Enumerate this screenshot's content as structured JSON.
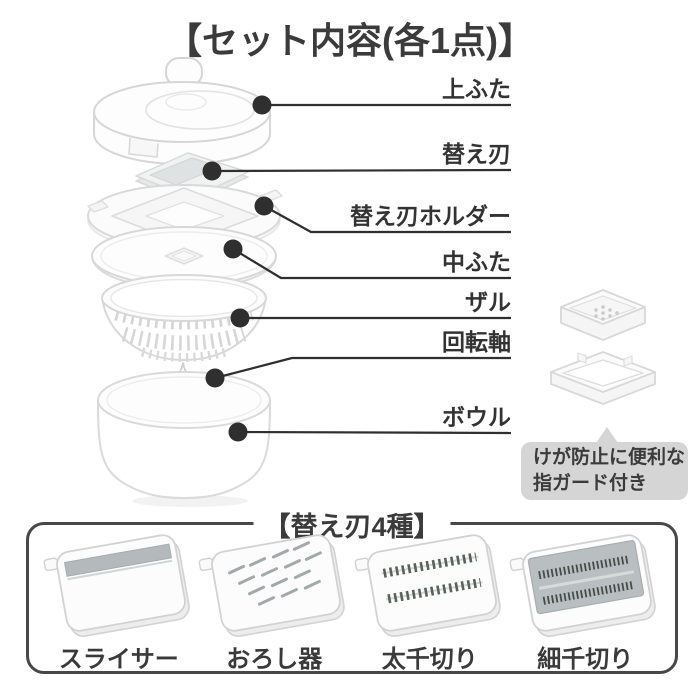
{
  "page": {
    "background": "#ffffff",
    "text_color": "#3b3b3b",
    "callout_line_color": "#2f2f2f",
    "bubble_background": "#d5d5d5",
    "product_outline_color": "#d8d8d8",
    "blade_metal_color": "#b4b9bb",
    "teeth_color": "#5a625c"
  },
  "header": {
    "title": "【セット内容(各1点)】"
  },
  "set_parts": {
    "items": [
      {
        "label": "上ふた"
      },
      {
        "label": "替え刃"
      },
      {
        "label": "替え刃ホルダー"
      },
      {
        "label": "中ふた"
      },
      {
        "label": "ザル"
      },
      {
        "label": "回転軸"
      },
      {
        "label": "ボウル"
      }
    ]
  },
  "finger_guard_note": {
    "line1": "けが防止に便利な",
    "line2": "指ガード付き"
  },
  "blades_section": {
    "title": "【替え刃4種】",
    "items": [
      {
        "label": "スライサー"
      },
      {
        "label": "おろし器"
      },
      {
        "label": "太千切り"
      },
      {
        "label": "細千切り"
      }
    ]
  }
}
